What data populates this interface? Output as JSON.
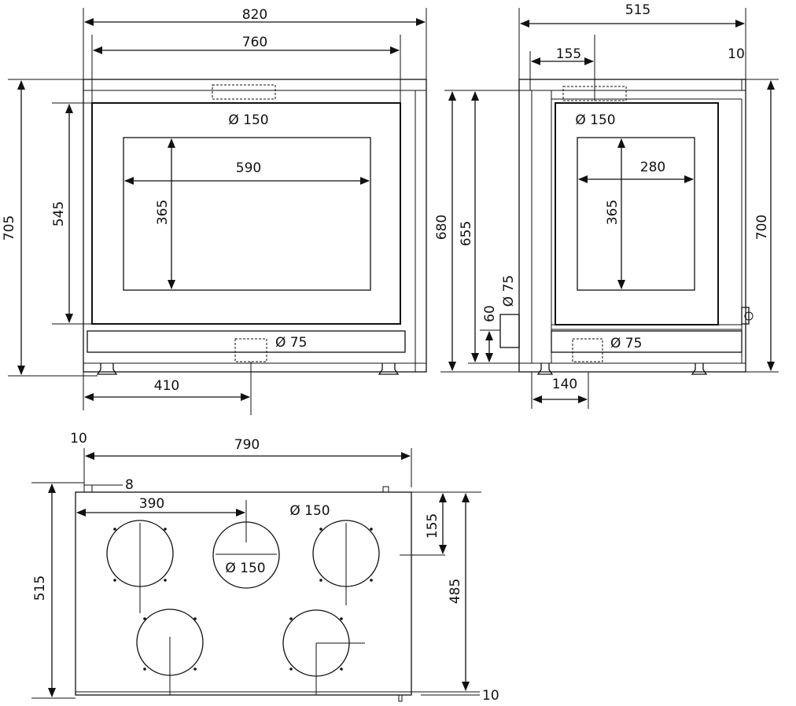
{
  "front_view": {
    "overall_width": "820",
    "inner_width": "760",
    "overall_height": "705",
    "inner_height": "545",
    "glass_width": "590",
    "glass_height": "365",
    "top_outlet": "Ø 150",
    "bottom_inlet": "Ø 75",
    "inlet_offset": "410"
  },
  "side_view": {
    "overall_depth": "515",
    "outlet_offset": "155",
    "rear_gap": "10",
    "outlet_label": "Ø 150",
    "glass_width": "280",
    "glass_height": "365",
    "total_height_left": "680",
    "height_655": "655",
    "overall_height_right": "700",
    "rear_inlet_label": "Ø 75",
    "rear_inlet_height": "60",
    "bottom_inlet_label": "Ø 75",
    "bottom_inlet_offset": "140"
  },
  "top_view": {
    "left_gap": "10",
    "overall_width": "790",
    "edge_offset": "8",
    "outlet_offset": "390",
    "outlet_label_top": "Ø 150",
    "outlet_label_center": "Ø 150",
    "overall_depth": "515",
    "outlet_depth": "155",
    "depth_485": "485",
    "bottom_gap": "10"
  }
}
